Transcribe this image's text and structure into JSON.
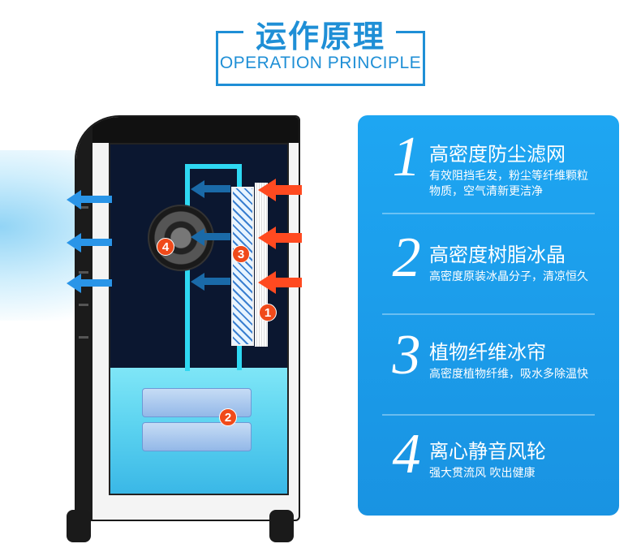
{
  "header": {
    "title_cn": "运作原理",
    "title_en": "OPERATION PRINCIPLE"
  },
  "diagram": {
    "markers": [
      "1",
      "2",
      "3",
      "4"
    ]
  },
  "features": [
    {
      "number": "1",
      "title": "高密度防尘滤网",
      "description": "有效阻挡毛发，粉尘等纤维颗粒物质，空气清新更洁净"
    },
    {
      "number": "2",
      "title": "高密度树脂冰晶",
      "description": "高密度原装冰晶分子，清凉恒久"
    },
    {
      "number": "3",
      "title": "植物纤维冰帘",
      "description": "高密度植物纤维，吸水多除温快"
    },
    {
      "number": "4",
      "title": "离心静音风轮",
      "description": "强大贯流风 吹出健康"
    }
  ],
  "colors": {
    "brand_blue": "#1f8fd6",
    "panel_blue": "#1ea6f2",
    "arrow_red": "#ff4a20",
    "water_cyan": "#2ed8f2",
    "marker_red": "#f04a1a"
  }
}
